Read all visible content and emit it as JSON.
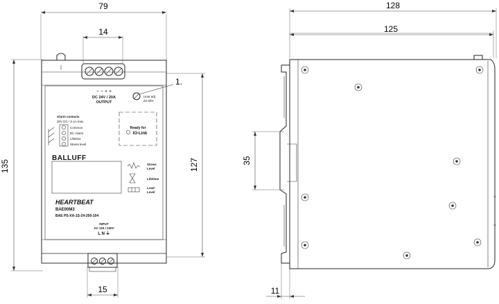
{
  "front_view": {
    "dimensions": {
      "width_top": "79",
      "terminal_top": "14",
      "height_left": "135",
      "height_right": "127",
      "terminal_bottom": "15"
    },
    "callout": "1.",
    "output": {
      "signs": "−  −  +  +",
      "line1": "DC 24V / 20A",
      "line2": "OUTPUT"
    },
    "adjust": {
      "line1": "Uout adj.",
      "line2": "22-28V"
    },
    "alarm": {
      "title": "Alarm contacts",
      "rating": "30V DC / 0.1A max.",
      "rows": [
        "Common",
        "DC Alarm",
        "Lifetime",
        "Stress level"
      ]
    },
    "iolink": {
      "line1": "Ready for",
      "line2": "IO-Link"
    },
    "brand": "BALLUFF",
    "indicators": {
      "stress": [
        "Stress",
        "Level"
      ],
      "lifetime": "Lifetime",
      "load": [
        "Load",
        "Level"
      ]
    },
    "product": {
      "logo": "HEARTBEAT",
      "model": "BAE00M3",
      "code": "BAE PS-XA-1S-24-200-104"
    },
    "input": {
      "line1": "INPUT",
      "line2": "AC 115 / 230V",
      "line3": "L  N  ⏚"
    }
  },
  "side_view": {
    "dimensions": {
      "depth_total": "128",
      "depth_body": "125",
      "rail_height": "35",
      "rail_offset": "11"
    }
  },
  "colors": {
    "ink": "#222222",
    "panel": "#f7f7f7"
  }
}
